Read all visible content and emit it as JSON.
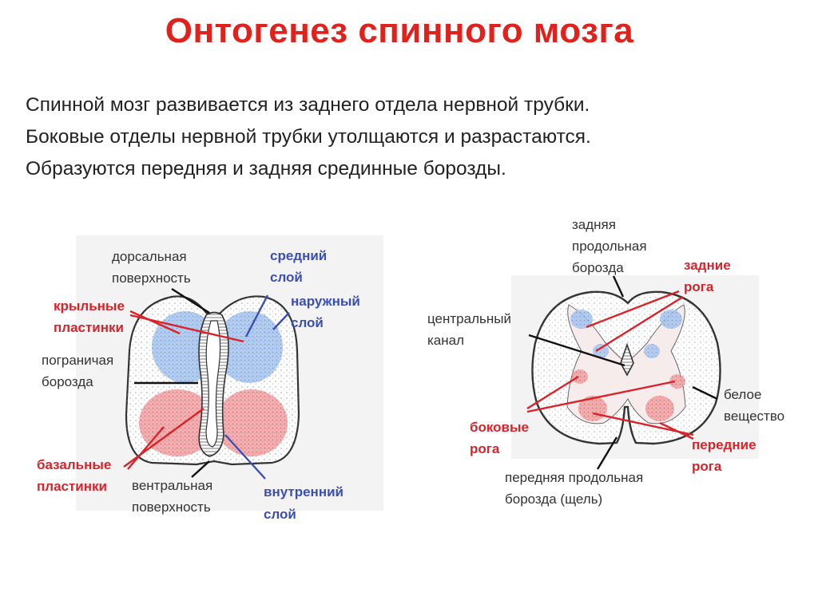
{
  "title": "Онтогенез спинного мозга",
  "intro": [
    "Спинной мозг развивается из заднего отдела нервной трубки.",
    "Боковые отделы нервной трубки утолщаются и разрастаются.",
    "Образуются передняя и задняя срединные борозды."
  ],
  "left_diagram": {
    "labels": {
      "dorsal_surface": [
        "дорсальная",
        "поверхность"
      ],
      "middle_layer": [
        "средний",
        "слой"
      ],
      "outer_layer": [
        "наружный",
        "слой"
      ],
      "alar_plates": [
        "крыльные",
        "пластинки"
      ],
      "limiting_sulcus": [
        "пограничая",
        "борозда"
      ],
      "basal_plates": [
        "базальные",
        "пластинки"
      ],
      "ventral_surface": [
        "вентральная",
        "поверхность"
      ],
      "inner_layer": [
        "внутренний",
        "слой"
      ]
    }
  },
  "right_diagram": {
    "labels": {
      "posterior_sulcus": [
        "задняя",
        "продольная",
        "борозда"
      ],
      "posterior_horns": [
        "задние",
        "рога"
      ],
      "central_canal": [
        "центральный",
        "канал"
      ],
      "white_matter": [
        "белое",
        "вещество"
      ],
      "lateral_horns": [
        "боковые",
        "рога"
      ],
      "anterior_horns": [
        "передние",
        "рога"
      ],
      "anterior_fissure": [
        "передняя продольная",
        "борозда (щель)"
      ]
    }
  },
  "colors": {
    "title": "#e0211c",
    "red_label": "#d8232a",
    "blue_label": "#3a4fb5",
    "alar_blue": "#8fb4e6",
    "basal_red": "#e9858a"
  }
}
